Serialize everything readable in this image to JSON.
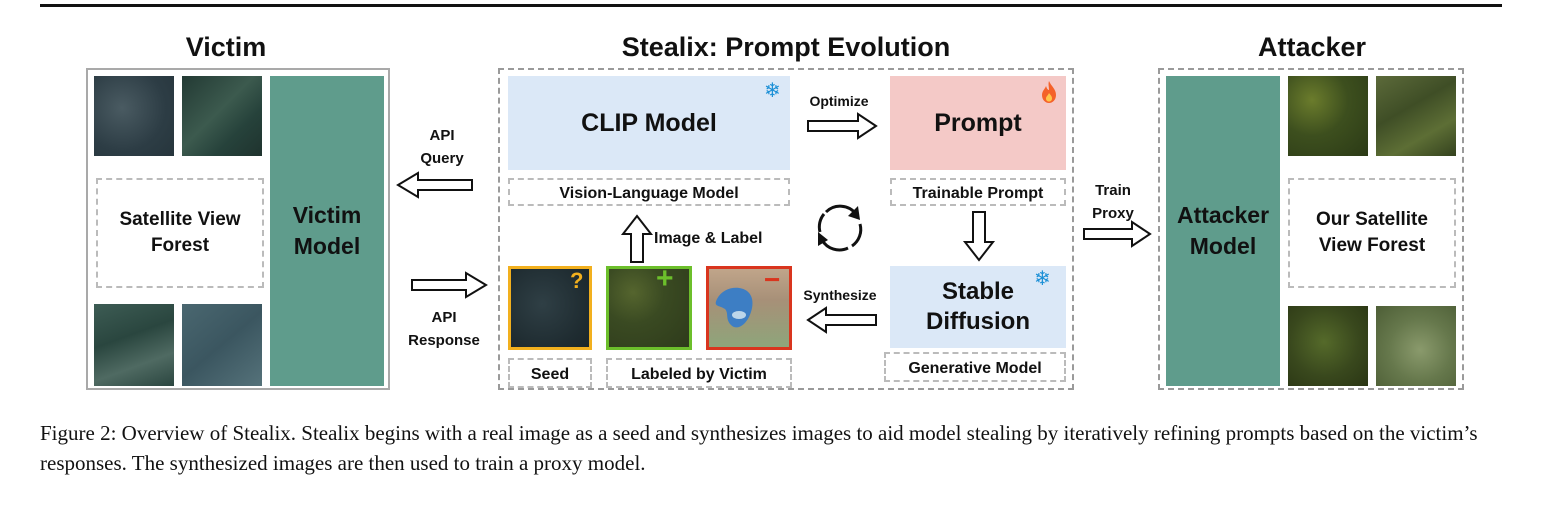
{
  "victim": {
    "title": "Victim",
    "data_label": "Satellite View Forest",
    "model_label": "Victim Model"
  },
  "center": {
    "title": "Stealix: Prompt Evolution",
    "clip_label": "CLIP Model",
    "clip_caption": "Vision-Language Model",
    "prompt_label": "Prompt",
    "prompt_caption": "Trainable Prompt",
    "sd_label": "Stable Diffusion",
    "sd_caption": "Generative Model",
    "optimize_label": "Optimize",
    "synthesize_label": "Synthesize",
    "image_label_text": "Image & Label",
    "seed_caption": "Seed",
    "labeled_caption": "Labeled by Victim",
    "seed_mark": "?",
    "positive_mark": "+",
    "negative_mark": "−"
  },
  "arrows": {
    "api_query": "API Query",
    "api_response": "API Response",
    "train_proxy": "Train Proxy"
  },
  "attacker": {
    "title": "Attacker",
    "model_label": "Attacker Model",
    "data_label": "Our Satellite View Forest"
  },
  "caption": "Figure 2: Overview of Stealix. Stealix begins with a real image as a seed and synthesizes images to aid model stealing by iteratively refining prompts based on the victim’s responses. The synthesized images are then used to train a proxy model.",
  "colors": {
    "model_teal": "#5f9c8c",
    "clip_blue": "#dbe8f7",
    "prompt_pink": "#f4c9c7",
    "seed_border": "#f2b01e",
    "positive_border": "#6cbf2b",
    "negative_border": "#d9351e",
    "snowflake": "#1a8fd6",
    "flame": "#f4622a"
  },
  "icons": [
    "snowflake-icon",
    "flame-icon",
    "cycle-icon",
    "arrow-icon"
  ]
}
